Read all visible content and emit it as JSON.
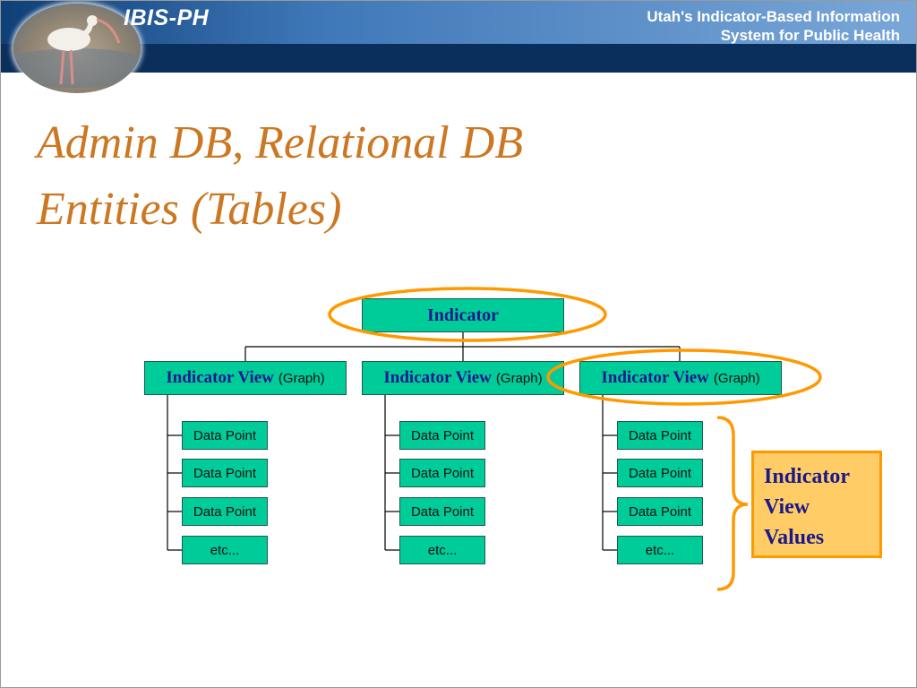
{
  "header": {
    "app_title": "IBIS-PH",
    "subtitle_line1": "Utah's Indicator-Based Information",
    "subtitle_line2": "System for Public Health",
    "logo_icon": "ibis-bird-icon"
  },
  "title": {
    "line1": "Admin DB, Relational DB",
    "line2": "Entities (Tables)"
  },
  "diagram": {
    "root": "Indicator",
    "views": [
      {
        "label": "Indicator View",
        "sub": "(Graph)",
        "leaves": [
          "Data Point",
          "Data Point",
          "Data Point",
          "etc..."
        ]
      },
      {
        "label": "Indicator View",
        "sub": "(Graph)",
        "leaves": [
          "Data Point",
          "Data Point",
          "Data Point",
          "etc..."
        ]
      },
      {
        "label": "Indicator View",
        "sub": "(Graph)",
        "leaves": [
          "Data Point",
          "Data Point",
          "Data Point",
          "etc..."
        ]
      }
    ],
    "callout": "Indicator\nView\nValues"
  },
  "colors": {
    "node_fill": "#00cc99",
    "node_text": "#1a1a8c",
    "highlight": "#ff9900",
    "callout_fill": "#ffcc66",
    "title": "#cc7722",
    "header": "#0b2f5c"
  }
}
